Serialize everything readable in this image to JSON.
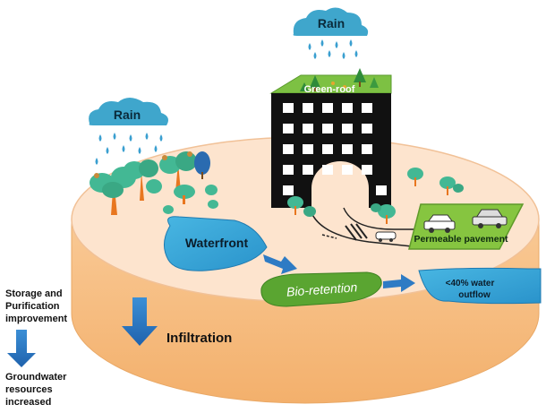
{
  "labels": {
    "rain_top": "Rain",
    "rain_left": "Rain",
    "green_roof": "Green-roof",
    "waterfront": "Waterfront",
    "bio_retention": "Bio-retention",
    "permeable_pavement": "Permeable pavement",
    "outflow_line1": "<40% water",
    "outflow_line2": "outflow",
    "infiltration": "Infiltration",
    "storage_line1": "Storage and",
    "storage_line2": "Purification",
    "storage_line3": "improvement",
    "groundwater_line1": "Groundwater",
    "groundwater_line2": "resources",
    "groundwater_line3": "increased"
  },
  "colors": {
    "cloud": "#3fa6cc",
    "rain_drop": "#3a9fd0",
    "disk_top": "#fde3cc",
    "disk_side": "#f6bd84",
    "building": "#111111",
    "window": "#ffffff",
    "roof_green": "#7dc143",
    "water": "#3aa7d8",
    "bio_retention": "#5aa531",
    "pavement": "#86c540",
    "arrow_blue": "#2e7bc4",
    "tree_green": "#43b894",
    "trunk_orange": "#e8761f"
  }
}
